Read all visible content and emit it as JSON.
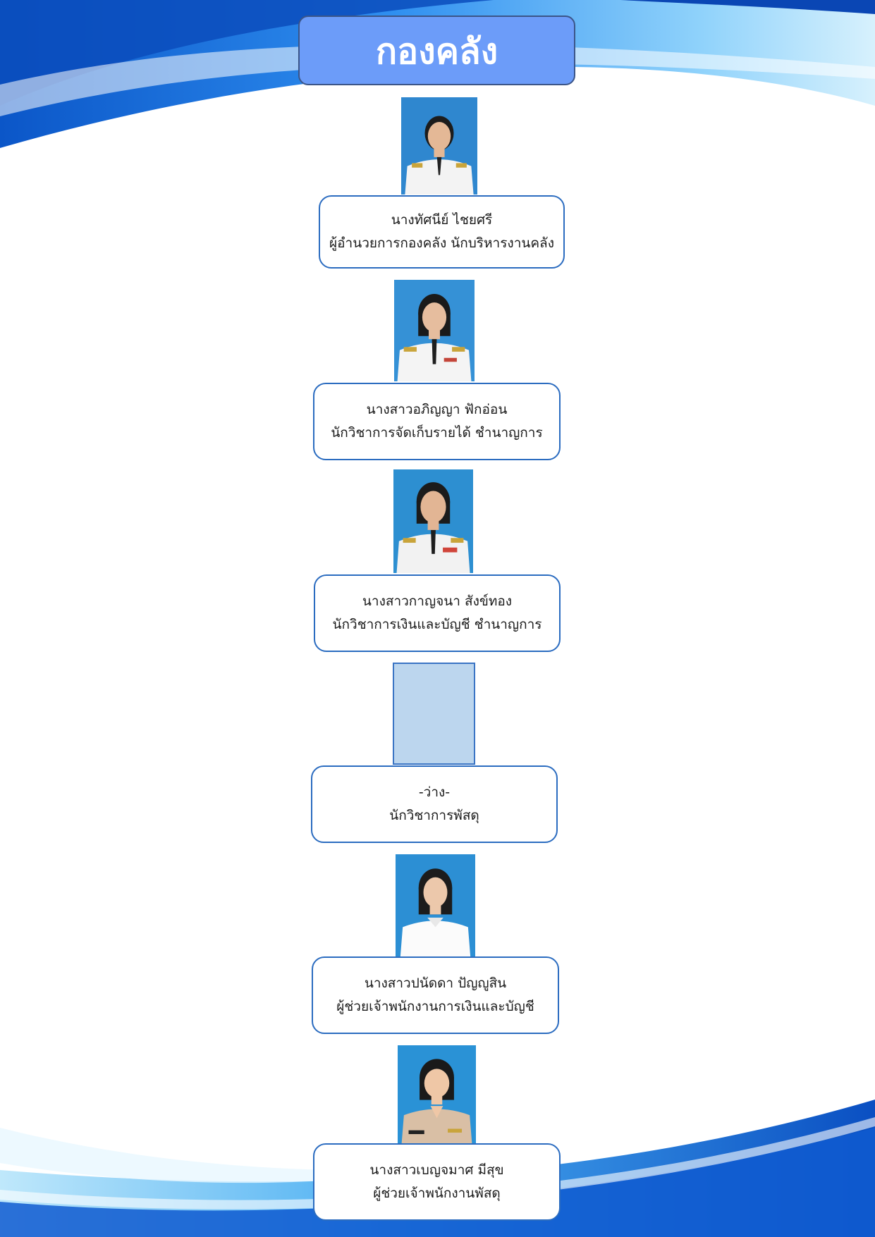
{
  "header": {
    "title": "กองคลัง"
  },
  "staff": [
    {
      "name": "นางทัศนีย์  ไชยศรี",
      "position": "ผู้อำนวยการกองคลัง นักบริหารงานคลัง"
    },
    {
      "name": "นางสาวอภิญญา  ฟักอ่อน",
      "position": "นักวิชาการจัดเก็บรายได้ ชำนาญการ"
    },
    {
      "name": "นางสาวกาญจนา  สังข์ทอง",
      "position": "นักวิชาการเงินและบัญชี ชำนาญการ"
    },
    {
      "name": "-ว่าง-",
      "position": "นักวิชาการพัสดุ"
    },
    {
      "name": "นางสาวปนัดดา  ปัญญูสิน",
      "position": "ผู้ช่วยเจ้าพนักงานการเงินและบัญชี"
    },
    {
      "name": "นางสาวเบญจมาศ  มีสุข",
      "position": "ผู้ช่วยเจ้าพนักงานพัสดุ"
    }
  ],
  "colors": {
    "title_fill": "#6c9cf9",
    "card_border": "#2b6cc0",
    "wave_blue": "#1565d8",
    "photo_background": "#2f8fd0"
  }
}
